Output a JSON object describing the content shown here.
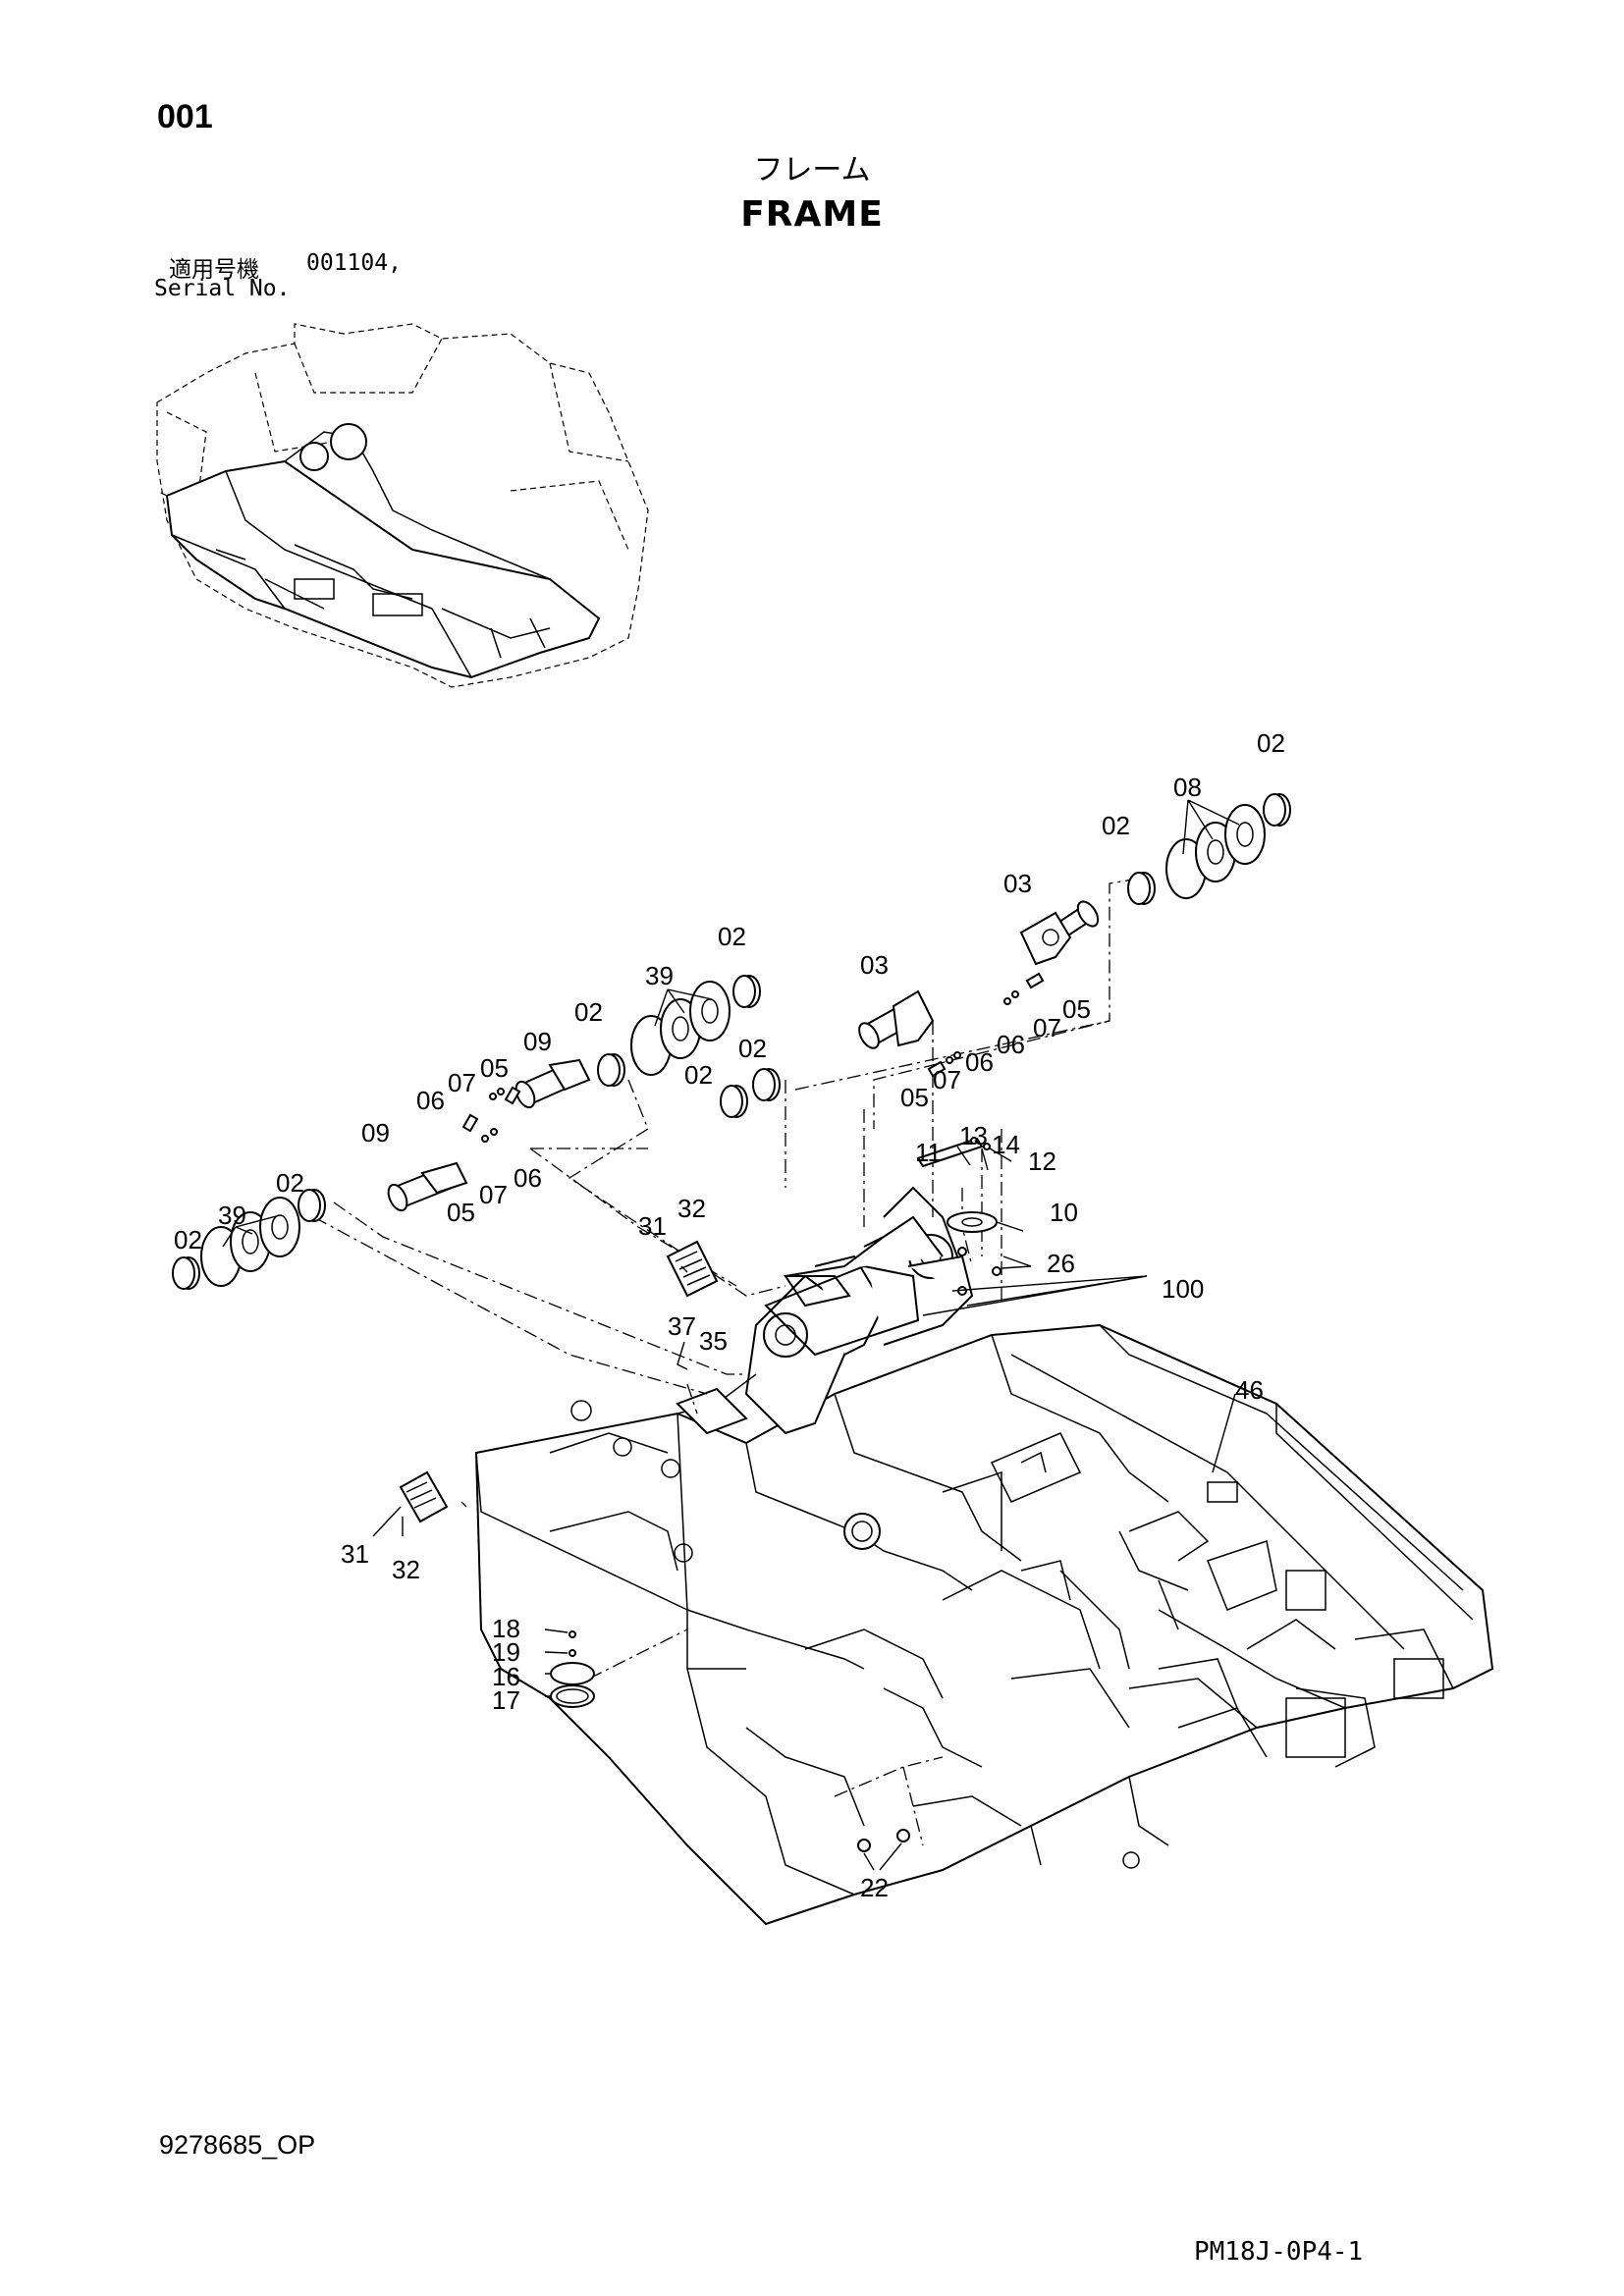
{
  "page_number": "001",
  "title_jp": "フレーム",
  "title_en": "FRAME",
  "serial_label_jp": "適用号機",
  "serial_value": "001104,",
  "serial_label_en": "Serial No.",
  "doc_code": "9278685_OP",
  "page_code": "PM18J-0P4-1",
  "callouts": {
    "c02a": "02",
    "c08": "08",
    "c02b": "02",
    "c03a": "03",
    "c05a": "05",
    "c07a": "07",
    "c06a": "06",
    "c02c": "02",
    "c39a": "39",
    "c03b": "03",
    "c06b": "06",
    "c07b": "07",
    "c05b": "05",
    "c02d": "02",
    "c02e": "02",
    "c02f": "02",
    "c09a": "09",
    "c07c": "07",
    "c05c": "05",
    "c06c": "06",
    "c09b": "09",
    "c06d": "06",
    "c07d": "07",
    "c05d": "05",
    "c02g": "02",
    "c39b": "39",
    "c02h": "02",
    "c11": "11",
    "c13": "13",
    "c14": "14",
    "c12": "12",
    "c10": "10",
    "c26": "26",
    "c100": "100",
    "c31a": "31",
    "c32a": "32",
    "c37": "37",
    "c35": "35",
    "c46": "46",
    "c31b": "31",
    "c32b": "32",
    "c18": "18",
    "c19": "19",
    "c16": "16",
    "c17": "17",
    "c22": "22"
  }
}
